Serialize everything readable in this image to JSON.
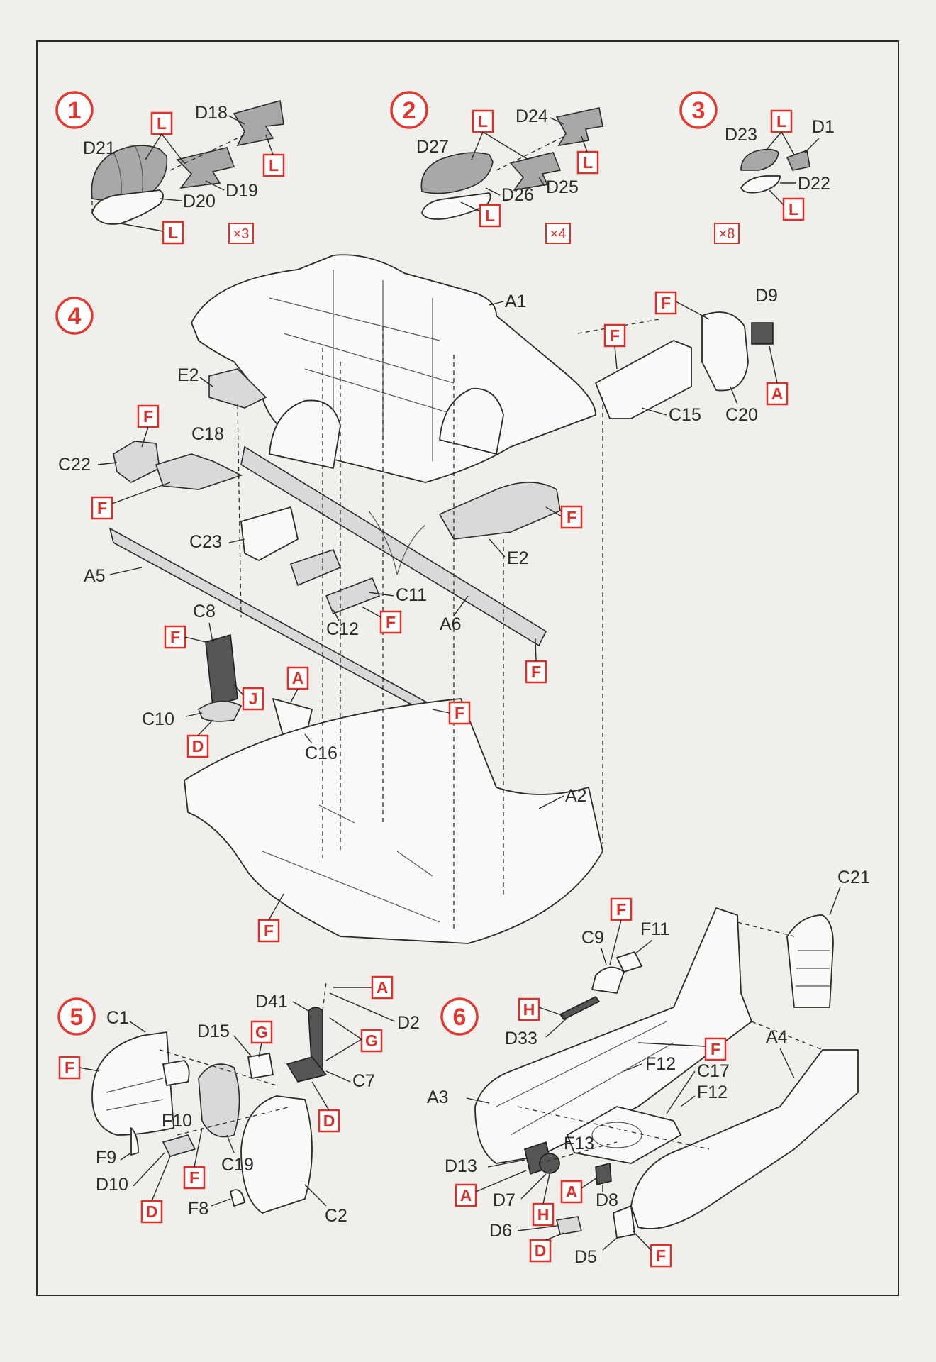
{
  "colors": {
    "accent": "#e03a30",
    "line": "#2a2a2a",
    "paper": "#f1efeb"
  },
  "steps": [
    {
      "number": "1",
      "quantity": "×3",
      "parts": [
        "D18",
        "D21",
        "D19",
        "D20"
      ],
      "paint": [
        "L",
        "L",
        "L"
      ]
    },
    {
      "number": "2",
      "quantity": "×4",
      "parts": [
        "D24",
        "D27",
        "D25",
        "D26"
      ],
      "paint": [
        "L",
        "L",
        "L"
      ]
    },
    {
      "number": "3",
      "quantity": "×8",
      "parts": [
        "D23",
        "D1",
        "D22"
      ],
      "paint": [
        "L",
        "L"
      ]
    },
    {
      "number": "4",
      "parts": [
        "A1",
        "D9",
        "E2",
        "C15",
        "C20",
        "C18",
        "C22",
        "C23",
        "A5",
        "C11",
        "A6",
        "E2",
        "C8",
        "C12",
        "C10",
        "C16",
        "A2"
      ],
      "paint": [
        "F",
        "F",
        "A",
        "F",
        "F",
        "F",
        "F",
        "F",
        "F",
        "J",
        "A",
        "F",
        "D",
        "F"
      ]
    },
    {
      "number": "5",
      "parts": [
        "C1",
        "D41",
        "D15",
        "D2",
        "C7",
        "F10",
        "F9",
        "D10",
        "C19",
        "F8",
        "C2"
      ],
      "paint": [
        "A",
        "G",
        "G",
        "F",
        "D",
        "F",
        "D"
      ]
    },
    {
      "number": "6",
      "parts": [
        "C21",
        "C9",
        "F11",
        "D33",
        "A4",
        "F12",
        "C17",
        "F12",
        "A3",
        "D13",
        "F13",
        "D7",
        "D8",
        "D6",
        "D5"
      ],
      "paint": [
        "F",
        "H",
        "F",
        "A",
        "H",
        "A",
        "D",
        "F"
      ]
    }
  ]
}
